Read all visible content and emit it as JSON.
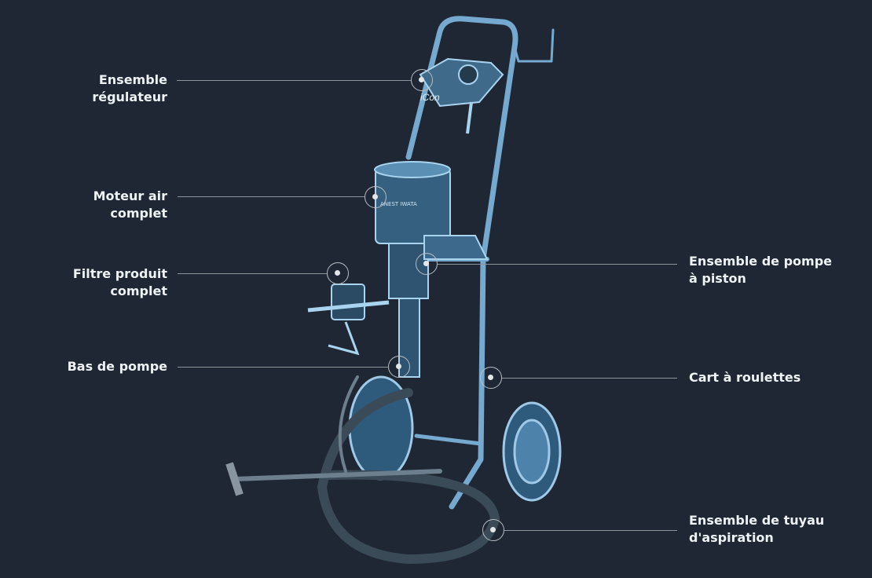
{
  "callouts": {
    "regulator": "Ensemble\nrégulateur",
    "motor": "Moteur air\ncomplet",
    "filter": "Filtre produit\ncomplet",
    "pump_bottom": "Bas de pompe",
    "piston_pump": "Ensemble de pompe\nà piston",
    "cart": "Cart à roulettes",
    "suction_hose": "Ensemble de tuyau\nd'aspiration"
  },
  "colors": {
    "background": "#1e2733",
    "machine": "#7fb8e0",
    "text": "#eef2f5"
  },
  "product_logo": "iCon",
  "brand_logo": "ANEST IWATA"
}
